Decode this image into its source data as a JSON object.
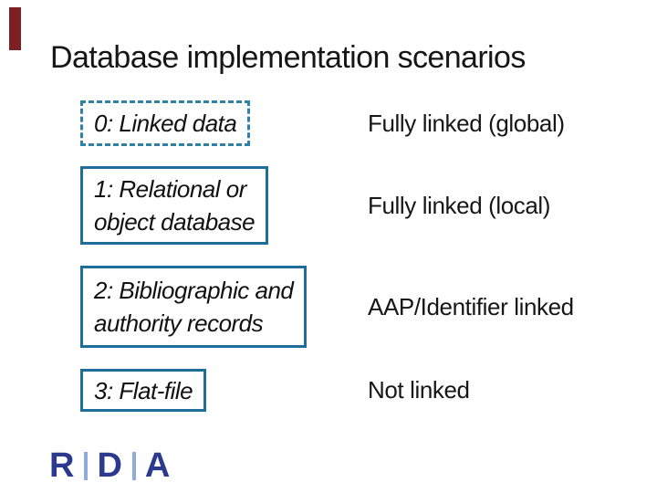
{
  "slide": {
    "title": "Database implementation scenarios",
    "rows": [
      {
        "box_label": "0: Linked data",
        "box_style": "dashed",
        "linkage": "Fully linked (global)"
      },
      {
        "box_label": "1: Relational or\nobject database",
        "box_style": "solid",
        "linkage": "Fully linked (local)"
      },
      {
        "box_label": "2: Bibliographic and\nauthority records",
        "box_style": "solid",
        "linkage": "AAP/Identifier linked"
      },
      {
        "box_label": "3: Flat-file",
        "box_style": "solid",
        "linkage": "Not linked"
      }
    ],
    "logo": {
      "letters": [
        "R",
        "D",
        "A"
      ]
    },
    "colors": {
      "background": "#ffffff",
      "text": "#161616",
      "box_border_solid": "#1f6e99",
      "box_border_dashed": "#2e82a6",
      "accent_bar": "#7d2026",
      "logo_navy": "#2b3a8f",
      "logo_separator": "#8faadc"
    }
  }
}
